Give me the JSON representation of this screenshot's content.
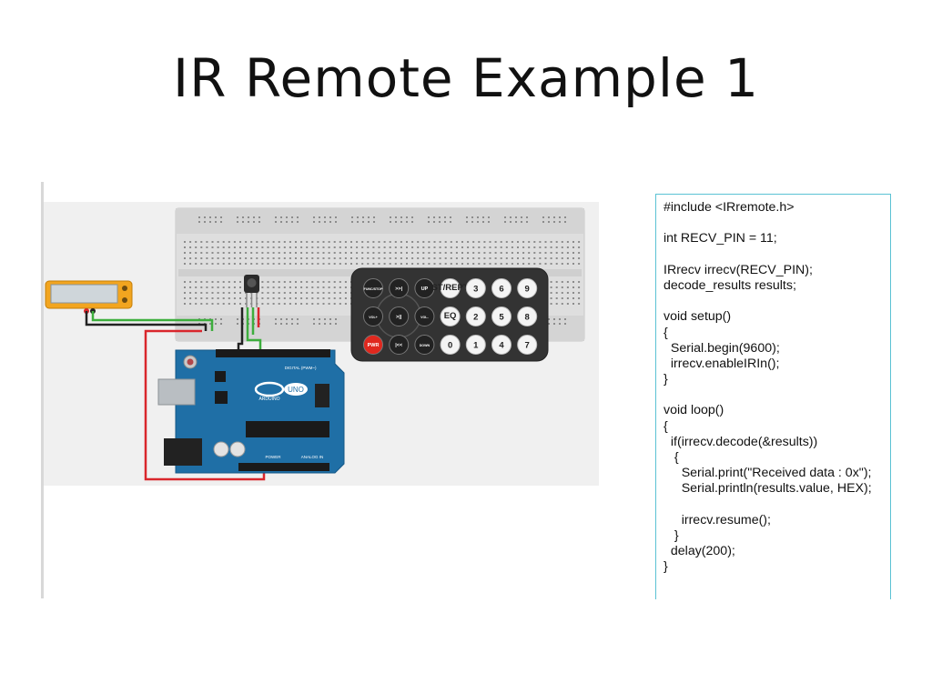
{
  "title": "IR Remote Example 1",
  "simulator": {
    "board": "Arduino UNO",
    "board_logo_text": "ARDUINO",
    "board_uno_text": "UNO",
    "header_digital": "DIGITAL (PWM~)",
    "header_power": "POWER",
    "header_analog": "ANALOG IN",
    "remote_buttons": [
      [
        "PWR",
        "VOL+",
        "FUNC/STOP"
      ],
      [
        "|<<",
        ">||",
        ">>|"
      ],
      [
        "DOWN",
        "VOL-",
        "UP"
      ],
      [
        "0",
        "EQ",
        "ST/REPT"
      ],
      [
        "1",
        "2",
        "3"
      ],
      [
        "4",
        "5",
        "6"
      ],
      [
        "7",
        "8",
        "9"
      ]
    ],
    "colors": {
      "board": "#1f6fa6",
      "remote": "#333333",
      "power_button": "#e0281e",
      "wire_red": "#d9262c",
      "wire_green": "#3dae3d",
      "wire_black": "#222222",
      "multimeter": "#f2a51f",
      "code_border": "#5bc2d4"
    }
  },
  "code": [
    "#include <IRremote.h>",
    "",
    "int RECV_PIN = 11;",
    "",
    "IRrecv irrecv(RECV_PIN);",
    "decode_results results;",
    "",
    "void setup()",
    "{",
    "  Serial.begin(9600);",
    "  irrecv.enableIRIn();",
    "}",
    "",
    "void loop()",
    "{",
    "  if(irrecv.decode(&results))",
    "   {",
    "     Serial.print(\"Received data : 0x\");",
    "     Serial.println(results.value, HEX);",
    "",
    "     irrecv.resume();",
    "   }",
    "  delay(200);",
    "}"
  ]
}
